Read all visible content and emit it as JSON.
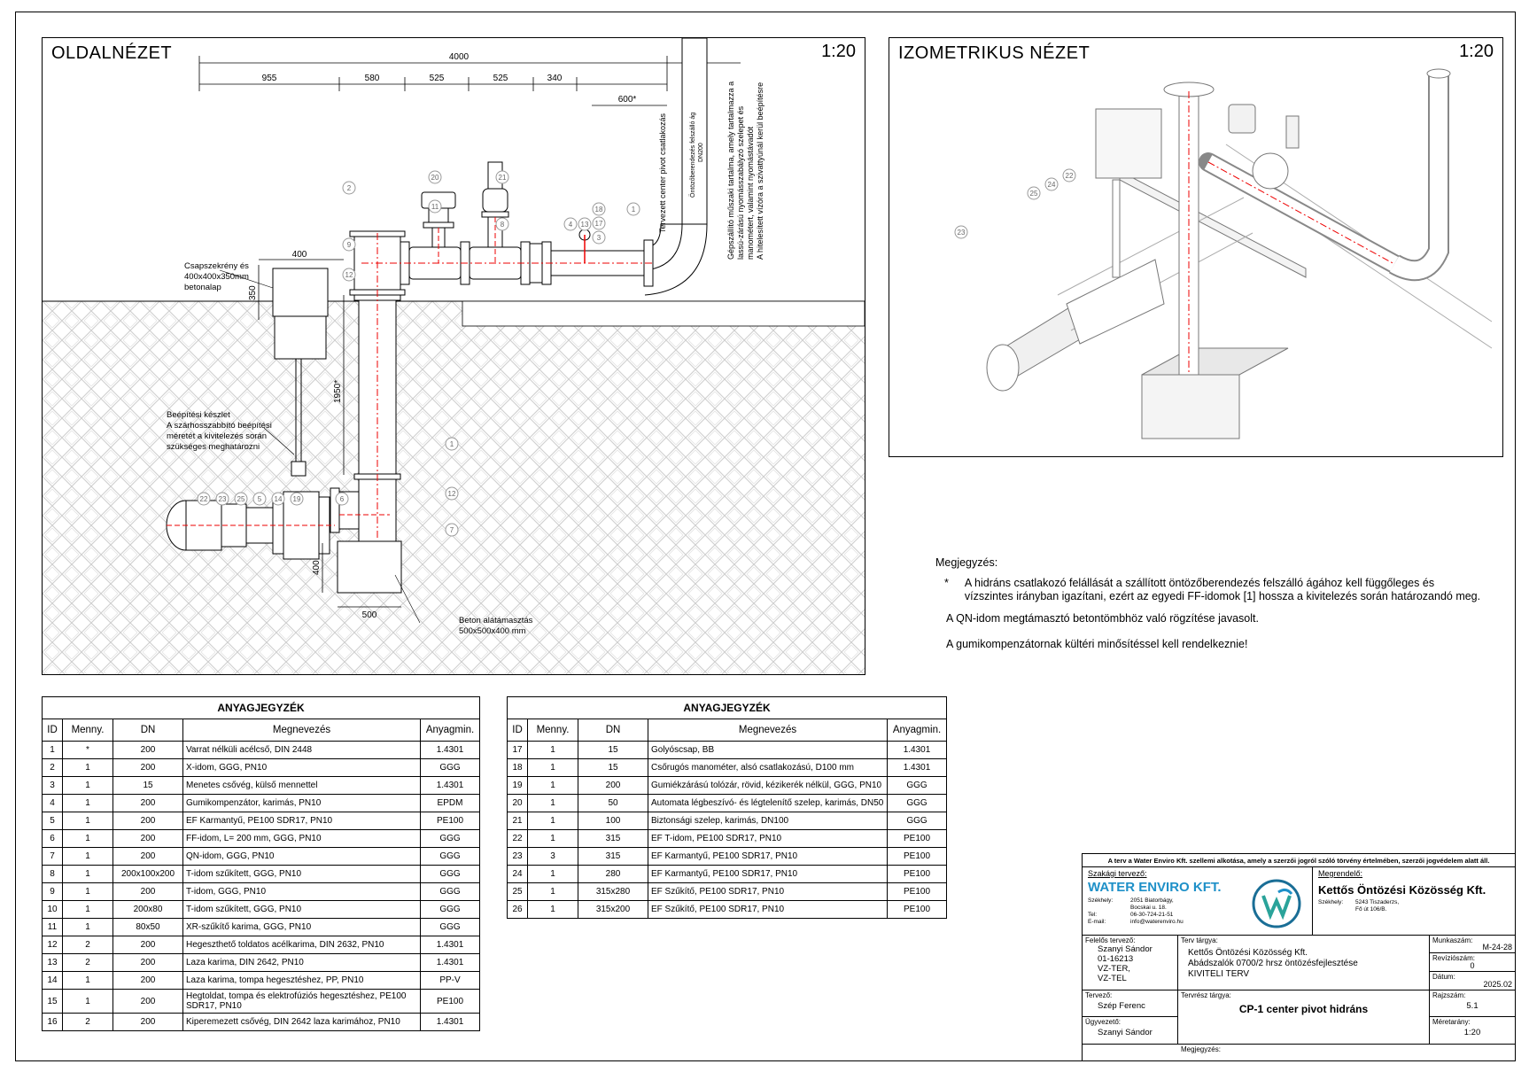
{
  "views": {
    "side": {
      "title": "OLDALNÉZET",
      "scale": "1:20"
    },
    "iso": {
      "title": "IZOMETRIKUS NÉZET",
      "scale": "1:20"
    }
  },
  "dimensions": {
    "total": "4000",
    "segments": [
      "955",
      "580",
      "525",
      "525",
      "340"
    ],
    "offset": "600*",
    "foundation_width": "400",
    "foundation_depth": "350",
    "riser_height": "1950*",
    "base_depth": "400",
    "base_width": "500"
  },
  "annotations": {
    "valve_box": [
      "Csapszekrény és",
      "400x400x350mm",
      "betonalap"
    ],
    "install_kit": [
      "Beépítési készlet",
      "A szárhosszabbító beépítési",
      "méretét a kivitelezés során",
      "szükséges meghatározni"
    ],
    "concrete_base": [
      "Beton alátámasztás",
      "500x500x400 mm"
    ],
    "pivot_connection": "Tervezett center pivot csatlakozás",
    "riser_label": [
      "Öntözőberendezés felszálló ág",
      "DN200"
    ],
    "supplier_note": [
      "Gépszállító műszaki tartalma, amely tartalmazza a",
      "lassú-zárású nyomásszabályzó szelepet és",
      "manométert, valamint nyomástávadót",
      "A hitelesített vízóra a szivattyúnál kerül beépítésre"
    ]
  },
  "callouts_side": [
    "2",
    "9",
    "12",
    "20",
    "11",
    "21",
    "8",
    "4",
    "13",
    "18",
    "17",
    "3",
    "1",
    "1",
    "12",
    "7",
    "22",
    "23",
    "25",
    "5",
    "14",
    "19",
    "6"
  ],
  "callouts_iso": [
    "23",
    "25",
    "24",
    "22"
  ],
  "notes": {
    "heading": "Megjegyzés:",
    "star": "*",
    "item1": "A hidráns csatlakozó felállását a szállított öntözőberendezés felszálló ágához kell függőleges és vízszintes irányban igazítani, ezért az egyedi FF-idomok [1] hossza a kivitelezés során határozandó meg.",
    "item2": "A QN-idom megtámasztó betontömbhöz való rögzítése javasolt.",
    "item3": "A gumikompenzátornak kültéri minősítéssel kell rendelkeznie!"
  },
  "bom_left": {
    "caption": "ANYAGJEGYZÉK",
    "headers": [
      "ID",
      "Menny.",
      "DN",
      "Megnevezés",
      "Anyagmin."
    ],
    "rows": [
      [
        "1",
        "*",
        "200",
        "Varrat nélküli acélcső, DIN 2448",
        "1.4301"
      ],
      [
        "2",
        "1",
        "200",
        "X-idom, GGG, PN10",
        "GGG"
      ],
      [
        "3",
        "1",
        "15",
        "Menetes csővég, külső mennettel",
        "1.4301"
      ],
      [
        "4",
        "1",
        "200",
        "Gumikompenzátor, karimás, PN10",
        "EPDM"
      ],
      [
        "5",
        "1",
        "200",
        "EF Karmantyű, PE100 SDR17, PN10",
        "PE100"
      ],
      [
        "6",
        "1",
        "200",
        "FF-idom, L= 200 mm, GGG, PN10",
        "GGG"
      ],
      [
        "7",
        "1",
        "200",
        "QN-idom, GGG, PN10",
        "GGG"
      ],
      [
        "8",
        "1",
        "200x100x200",
        "T-idom szűkített, GGG, PN10",
        "GGG"
      ],
      [
        "9",
        "1",
        "200",
        "T-idom, GGG, PN10",
        "GGG"
      ],
      [
        "10",
        "1",
        "200x80",
        "T-idom szűkített, GGG, PN10",
        "GGG"
      ],
      [
        "11",
        "1",
        "80x50",
        "XR-szűkítő karima, GGG, PN10",
        "GGG"
      ],
      [
        "12",
        "2",
        "200",
        "Hegeszthető toldatos acélkarima, DIN 2632, PN10",
        "1.4301"
      ],
      [
        "13",
        "2",
        "200",
        "Laza karima, DIN 2642, PN10",
        "1.4301"
      ],
      [
        "14",
        "1",
        "200",
        "Laza karima, tompa hegesztéshez, PP, PN10",
        "PP-V"
      ],
      [
        "15",
        "1",
        "200",
        "Hegtoldat, tompa és elektrofúziós hegesztéshez, PE100 SDR17, PN10",
        "PE100"
      ],
      [
        "16",
        "2",
        "200",
        "Kiperemezett csővég, DIN 2642 laza karimához, PN10",
        "1.4301"
      ]
    ]
  },
  "bom_right": {
    "caption": "ANYAGJEGYZÉK",
    "headers": [
      "ID",
      "Menny.",
      "DN",
      "Megnevezés",
      "Anyagmin."
    ],
    "rows": [
      [
        "17",
        "1",
        "15",
        "Golyóscsap, BB",
        "1.4301"
      ],
      [
        "18",
        "1",
        "15",
        "Csőrugós manométer, alsó csatlakozású, D100 mm",
        "1.4301"
      ],
      [
        "19",
        "1",
        "200",
        "Gumiékzárású tolózár, rövid, kézikerék nélkül, GGG, PN10",
        "GGG"
      ],
      [
        "20",
        "1",
        "50",
        "Automata légbeszívó- és légtelenítő szelep, karimás, DN50",
        "GGG"
      ],
      [
        "21",
        "1",
        "100",
        "Biztonsági szelep, karimás, DN100",
        "GGG"
      ],
      [
        "22",
        "1",
        "315",
        "EF T-idom, PE100 SDR17, PN10",
        "PE100"
      ],
      [
        "23",
        "3",
        "315",
        "EF Karmantyű, PE100 SDR17, PN10",
        "PE100"
      ],
      [
        "24",
        "1",
        "280",
        "EF Karmantyű, PE100 SDR17, PN10",
        "PE100"
      ],
      [
        "25",
        "1",
        "315x280",
        "EF Szűkítő, PE100 SDR17, PN10",
        "PE100"
      ],
      [
        "26",
        "1",
        "315x200",
        "EF Szűkítő, PE100 SDR17, PN10",
        "PE100"
      ]
    ]
  },
  "title_block": {
    "copyright": "A terv a Water Enviro Kft. szellemi alkotása, amely a szerzői jogról szóló törvény értelmében, szerzői jogvédelem alatt áll.",
    "designer_label": "Szakági tervező:",
    "company": "WATER ENVIRO KFT.",
    "company_info": [
      [
        "Székhely:",
        "2051 Biatorbágy,"
      ],
      [
        "",
        "Bocskai u. 18."
      ],
      [
        "Tel:",
        "06-30-724-21-51"
      ],
      [
        "E-mail:",
        "info@waterenviro.hu"
      ]
    ],
    "client_label": "Megrendelő:",
    "client": "Kettős Öntözési Közösség Kft.",
    "client_seat_label": "Székhely:",
    "client_address": [
      "5243 Tiszaderzs,",
      "Fő út 106/B."
    ],
    "responsible_label": "Felelős tervező:",
    "responsible": [
      "Szanyi Sándor",
      "01-16213",
      "VZ-TER,",
      "VZ-TEL"
    ],
    "subject_label": "Terv tárgya:",
    "subject": [
      "Kettős Öntözési Közösség Kft.",
      "Abádszalók 0700/2 hrsz öntözésfejlesztése",
      "KIVITELI TERV"
    ],
    "work_no_label": "Munkaszám:",
    "work_no": "M-24-28",
    "rev_label": "Revíziószám:",
    "rev": "0",
    "date_label": "Dátum:",
    "date": "2025.02",
    "designer2_label": "Tervező:",
    "designer2": "Szép Ferenc",
    "sheet_subject_label": "Tervrész tárgya:",
    "sheet_subject": "CP-1 center pivot hidráns",
    "drawing_no_label": "Rajzszám:",
    "drawing_no": "5.1",
    "manager_label": "Ügyvezető:",
    "manager": "Szanyi Sándor",
    "scale_label": "Méretarány:",
    "scale": "1:20",
    "remarks_label": "Megjegyzés:"
  }
}
